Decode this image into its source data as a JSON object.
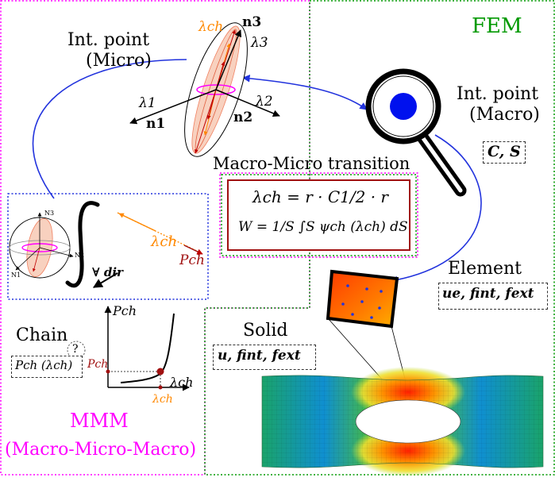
{
  "labels": {
    "fem": "FEM",
    "int_point_micro_1": "Int. point",
    "int_point_micro_2": "(Micro)",
    "int_point_macro_1": "Int. point",
    "int_point_macro_2": "(Macro)",
    "macro_micro_transition": "Macro-Micro transition",
    "element": "Element",
    "solid": "Solid",
    "chain": "Chain",
    "mmm": "MMM",
    "mmm_full": "(Macro-Micro-Macro)",
    "question": "?",
    "forall_dir": "∀ dir",
    "lambda_ch": "λch",
    "lambda_ch_j": "λch",
    "p_ch": "Pch",
    "p_ch_j": "Pch",
    "p_ch_lambda": "Pch (λch)",
    "n1": "n1",
    "n2": "n2",
    "n3": "n3",
    "lambda1": "λ1",
    "lambda2": "λ2",
    "lambda3": "λ3",
    "sphere_N1": "N1",
    "sphere_N2": "N2",
    "sphere_N3": "N3",
    "cs_box": "C, S",
    "element_box": "ue, fint, fext",
    "solid_box": "u, fint, fext",
    "eq1": "λch = r · C1/2 · r",
    "eq2": "W = 1/S ∫S ψch (λch) dS"
  },
  "colors": {
    "magenta": "#ff00ff",
    "green": "#009900",
    "blue": "#2233dd",
    "orange": "#ff8800",
    "darkred": "#a01010",
    "lens": "#0011ee"
  },
  "icons": [
    "magnifier-icon",
    "integral-icon",
    "sphere-icon",
    "ellipsoid-icon",
    "mesh-icon",
    "element-icon"
  ]
}
